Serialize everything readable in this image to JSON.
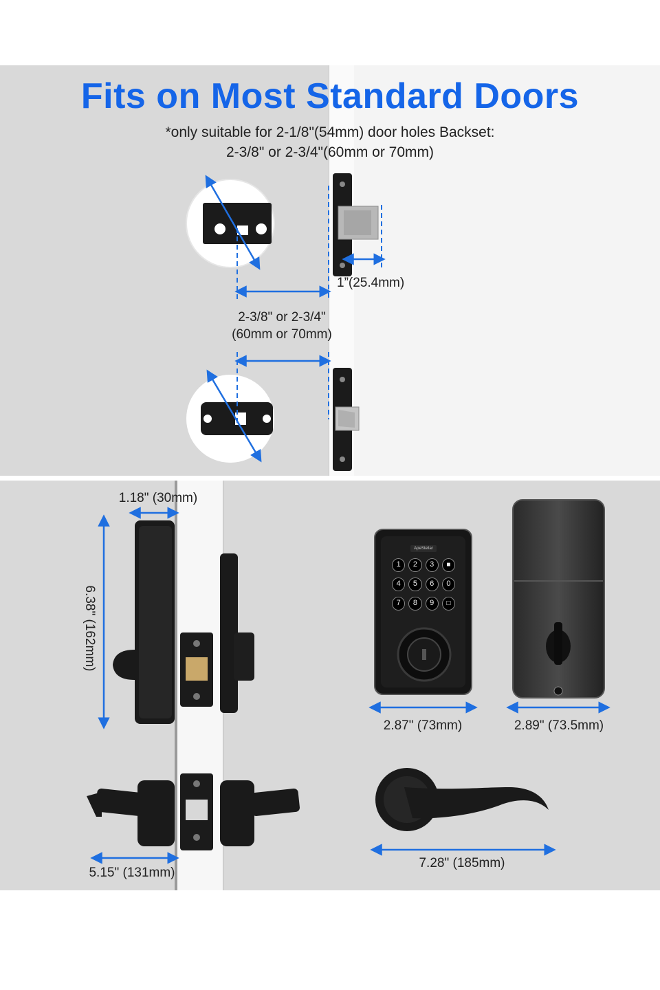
{
  "header": {
    "title": "Fits on Most Standard Doors",
    "subtitle_line1": "*only suitable for 2-1/8\"(54mm) door holes Backset:",
    "subtitle_line2": "2-3/8\" or 2-3/4\"(60mm or 70mm)"
  },
  "backset_diagram": {
    "latch_throw": "1”(25.4mm)",
    "backset_line1": "2-3/8\" or 2-3/4\"",
    "backset_line2": "(60mm or 70mm)"
  },
  "dimensions": {
    "deadbolt_depth": "1.18\" (30mm)",
    "deadbolt_height": "6.38\" (162mm)",
    "keypad_width": "2.87\" (73mm)",
    "interior_width": "2.89\" (73.5mm)",
    "lever_projection": "5.15\" (131mm)",
    "lever_length": "7.28\" (185mm)"
  },
  "product": {
    "brand": "ApeStellar",
    "keypad_keys": [
      "1",
      "2",
      "3",
      "lock",
      "4",
      "5",
      "6",
      "0",
      "7",
      "8",
      "9",
      "unlock"
    ]
  },
  "colors": {
    "title": "#1565e8",
    "dimension_line": "#1f6fe0",
    "hardware": "#1a1a1a"
  }
}
